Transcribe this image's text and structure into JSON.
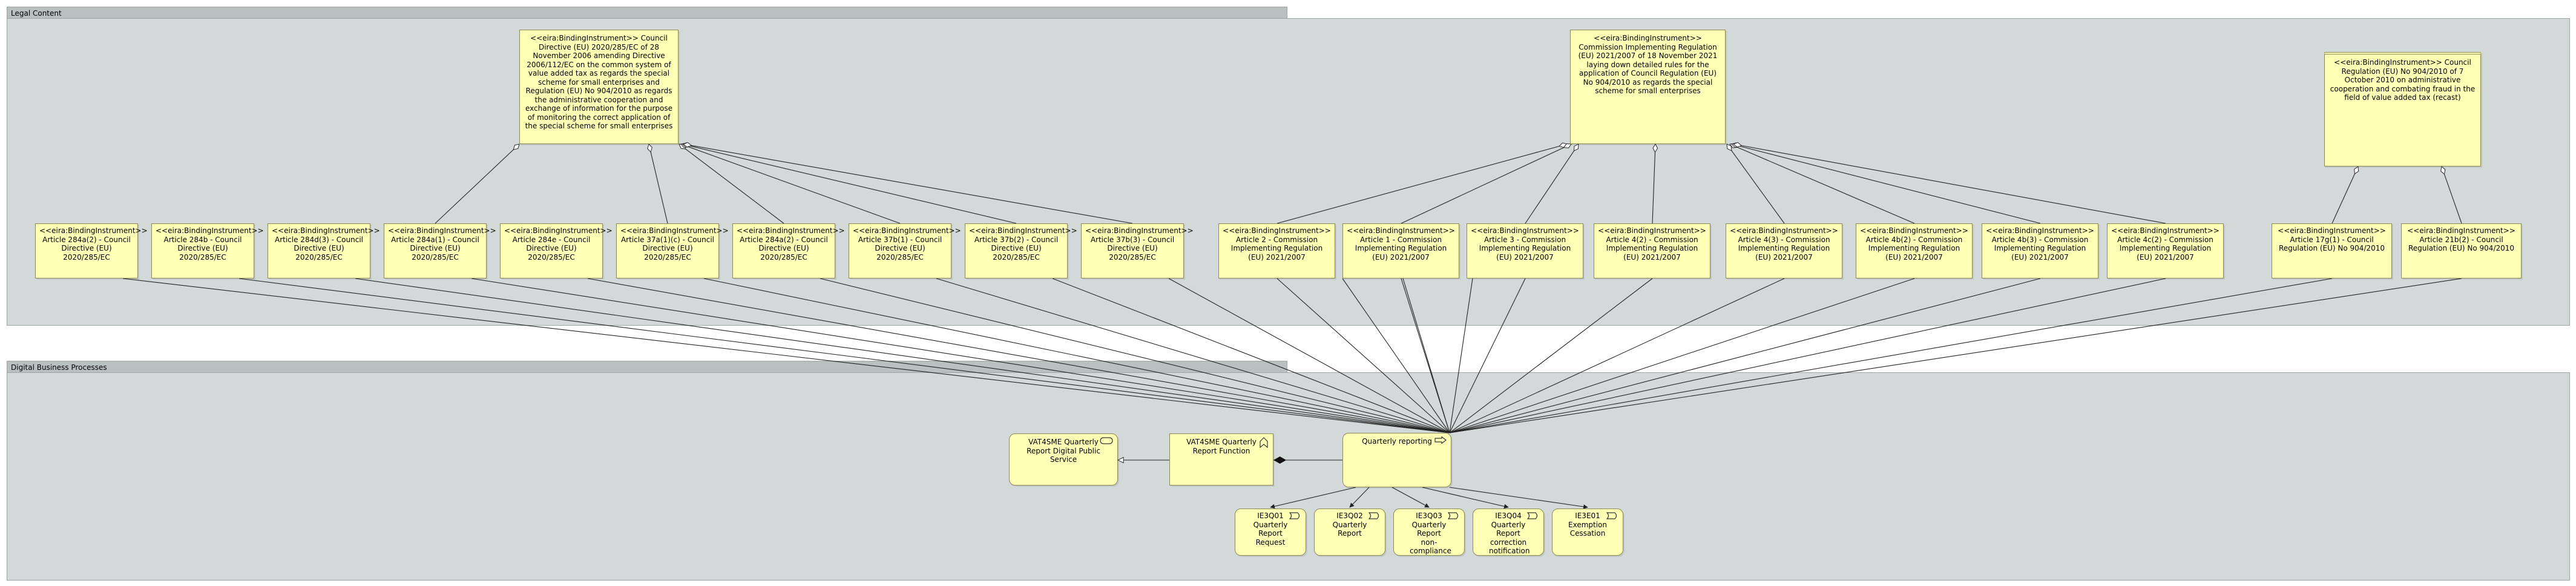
{
  "groups": {
    "legal": "Legal Content",
    "digital": "Digital Business Processes"
  },
  "instruments": {
    "directive": "<<eira:BindingInstrument>> Council Directive (EU) 2020/285/EC of 28 November 2006 amending Directive 2006/112/EC on the common system of value added tax as regards the special scheme for small enterprises and Regulation (EU) No 904/2010 as regards the administrative cooperation and exchange of information for the purpose of monitoring the correct application of the special scheme for small enterprises",
    "impl_reg": "<<eira:BindingInstrument>> Commission Implementing Regulation (EU) 2021/2007 of 18 November 2021 laying down detailed rules for the application of Council Regulation (EU) No 904/2010 as regards the special scheme for small enterprises",
    "council_reg": "<<eira:BindingInstrument>> Council Regulation (EU) No 904/2010 of 7 October 2010 on administrative cooperation and combating fraud in the field of value added tax (recast)"
  },
  "articles": [
    "<<eira:BindingInstrument>> Article 284a(2) - Council Directive (EU) 2020/285/EC",
    "<<eira:BindingInstrument>> Article 284b - Council Directive (EU) 2020/285/EC",
    "<<eira:BindingInstrument>> Article 284d(3) - Council Directive (EU) 2020/285/EC",
    "<<eira:BindingInstrument>> Article 284a(1) - Council Directive (EU) 2020/285/EC",
    "<<eira:BindingInstrument>> Article 284e - Council Directive (EU) 2020/285/EC",
    "<<eira:BindingInstrument>> Article 37a(1)(c) - Council Directive (EU) 2020/285/EC",
    "<<eira:BindingInstrument>> Article 284a(2) - Council Directive (EU) 2020/285/EC",
    "<<eira:BindingInstrument>> Article 37b(1) - Council Directive (EU) 2020/285/EC",
    "<<eira:BindingInstrument>> Article 37b(2) - Council Directive (EU) 2020/285/EC",
    "<<eira:BindingInstrument>> Article 37b(3) - Council Directive (EU) 2020/285/EC",
    "<<eira:BindingInstrument>> Article 2 - Commission Implementing Regulation (EU) 2021/2007",
    "<<eira:BindingInstrument>> Article 1 - Commission Implementing Regulation (EU) 2021/2007",
    "<<eira:BindingInstrument>> Article 3 - Commission Implementing Regulation (EU) 2021/2007",
    "<<eira:BindingInstrument>> Article 4(2) - Commission Implementing Regulation (EU) 2021/2007",
    "<<eira:BindingInstrument>> Article 4(3) - Commission Implementing Regulation (EU) 2021/2007",
    "<<eira:BindingInstrument>> Article 4b(2) - Commission Implementing Regulation (EU) 2021/2007",
    "<<eira:BindingInstrument>> Article 4b(3) - Commission Implementing Regulation (EU) 2021/2007",
    "<<eira:BindingInstrument>> Article 4c(2) - Commission Implementing Regulation (EU) 2021/2007",
    "<<eira:BindingInstrument>> Article 17g(1) - Council Regulation (EU) No 904/2010",
    "<<eira:BindingInstrument>> Article 21b(2) - Council Regulation (EU) No 904/2010"
  ],
  "process": {
    "service": "VAT4SME Quarterly Report Digital Public Service",
    "function": "VAT4SME Quarterly Report Function",
    "main": "Quarterly reporting",
    "events": [
      "IE3Q01 Quarterly Report Request",
      "IE3Q02 Quarterly Report",
      "IE3Q03 Quarterly Report non-compliance",
      "IE3Q04 Quarterly Report correction notification",
      "IE3E01 Exemption Cessation"
    ]
  },
  "colors": {
    "group_fill": "#d3d9d9",
    "box_fill": "#ffffb5",
    "box_border": "#8a8a55",
    "line": "#222222"
  },
  "icons": {
    "service": "business-service-icon",
    "function": "business-function-icon",
    "process": "business-process-icon",
    "event": "business-event-icon"
  }
}
